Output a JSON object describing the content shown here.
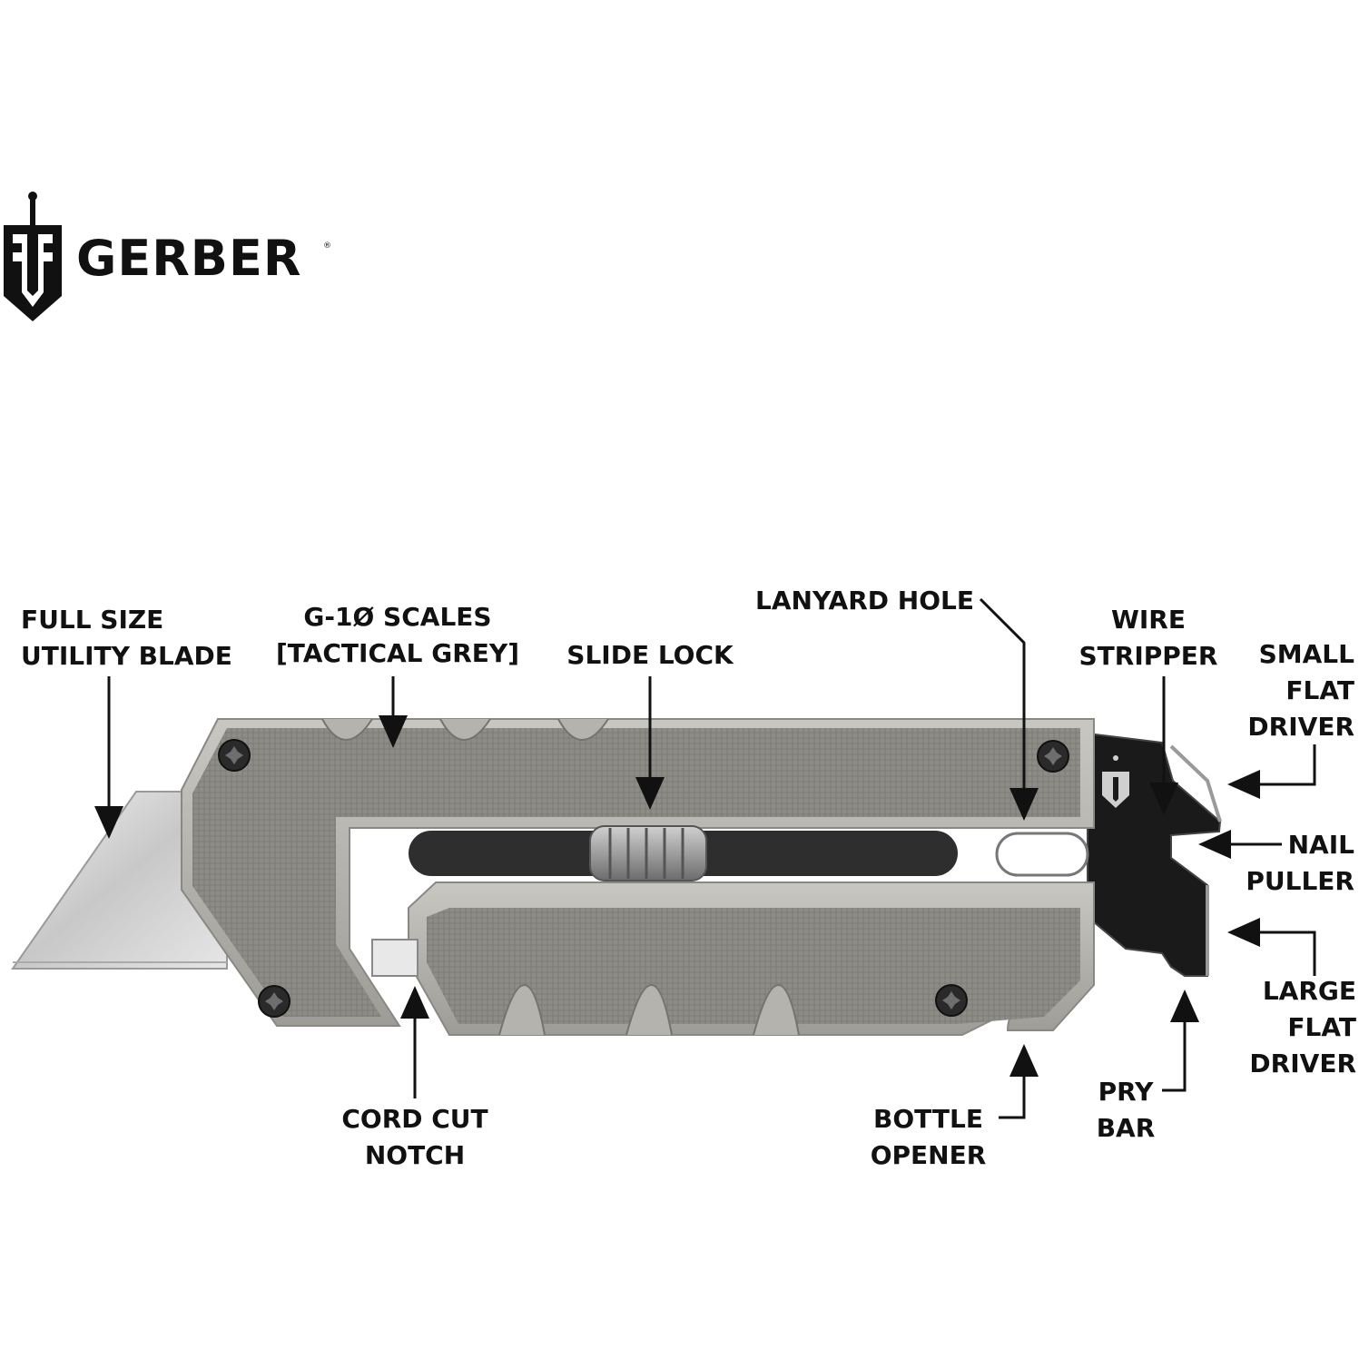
{
  "brand": {
    "name": "GERBER",
    "registered_mark": "®"
  },
  "colors": {
    "background": "#ffffff",
    "text": "#111111",
    "scale_grey": "#8e8c87",
    "frame_grey": "#b7b5b0",
    "blade_steel": "#d9d9d9",
    "driver_black": "#1a1a1a"
  },
  "callouts": {
    "full_size_utility_blade": {
      "line1": "FULL SIZE",
      "line2": "UTILITY BLADE"
    },
    "g10_scales": {
      "line1": "G-1Ø SCALES",
      "line2": "[TACTICAL GREY]"
    },
    "slide_lock": {
      "line1": "SLIDE LOCK"
    },
    "lanyard_hole": {
      "line1": "LANYARD HOLE"
    },
    "wire_stripper": {
      "line1": "WIRE",
      "line2": "STRIPPER"
    },
    "small_flat_driver": {
      "line1": "SMALL",
      "line2": "FLAT",
      "line3": "DRIVER"
    },
    "nail_puller": {
      "line1": "NAIL",
      "line2": "PULLER"
    },
    "large_flat_driver": {
      "line1": "LARGE",
      "line2": "FLAT",
      "line3": "DRIVER"
    },
    "pry_bar": {
      "line1": "PRY",
      "line2": "BAR"
    },
    "bottle_opener": {
      "line1": "BOTTLE",
      "line2": "OPENER"
    },
    "cord_cut_notch": {
      "line1": "CORD CUT",
      "line2": "NOTCH"
    }
  },
  "icons": {
    "brand_mark": "gerber-sword-shield-icon",
    "arrow": "arrowhead-icon",
    "screw": "torx-screw-icon"
  }
}
